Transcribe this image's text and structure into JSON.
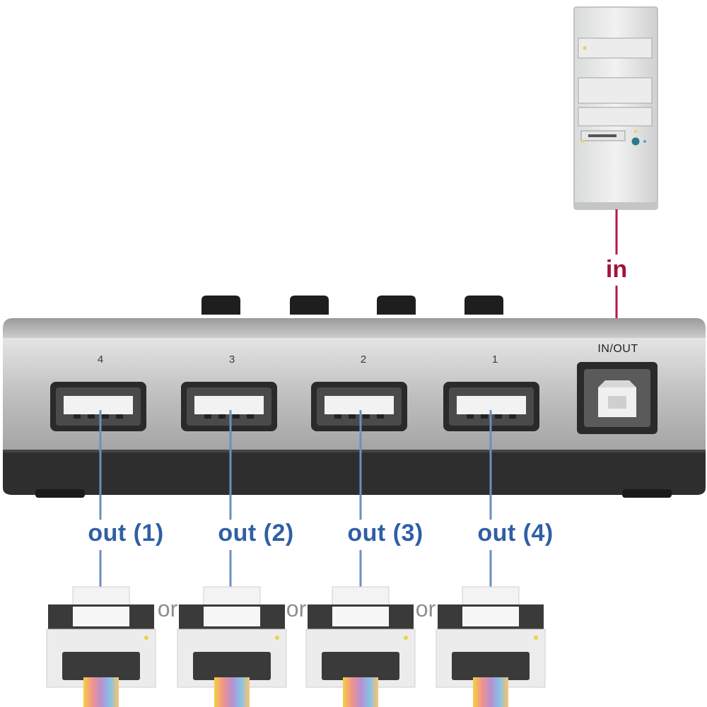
{
  "switch": {
    "ports": [
      {
        "number": "4",
        "out_label": "out (1)"
      },
      {
        "number": "3",
        "out_label": "out (2)"
      },
      {
        "number": "2",
        "out_label": "out (3)"
      },
      {
        "number": "1",
        "out_label": "out (4)"
      }
    ],
    "inout_label": "IN/OUT"
  },
  "computer": {
    "in_label": "in"
  },
  "separators": [
    "or",
    "or",
    "or"
  ],
  "colors": {
    "out_line": "#6d8fc0",
    "out_text": "#2f5fa5",
    "in_line": "#b0194a",
    "in_text": "#a0143c",
    "housing_silver": "#b8b8b8",
    "housing_dark": "#2e2e2e"
  }
}
